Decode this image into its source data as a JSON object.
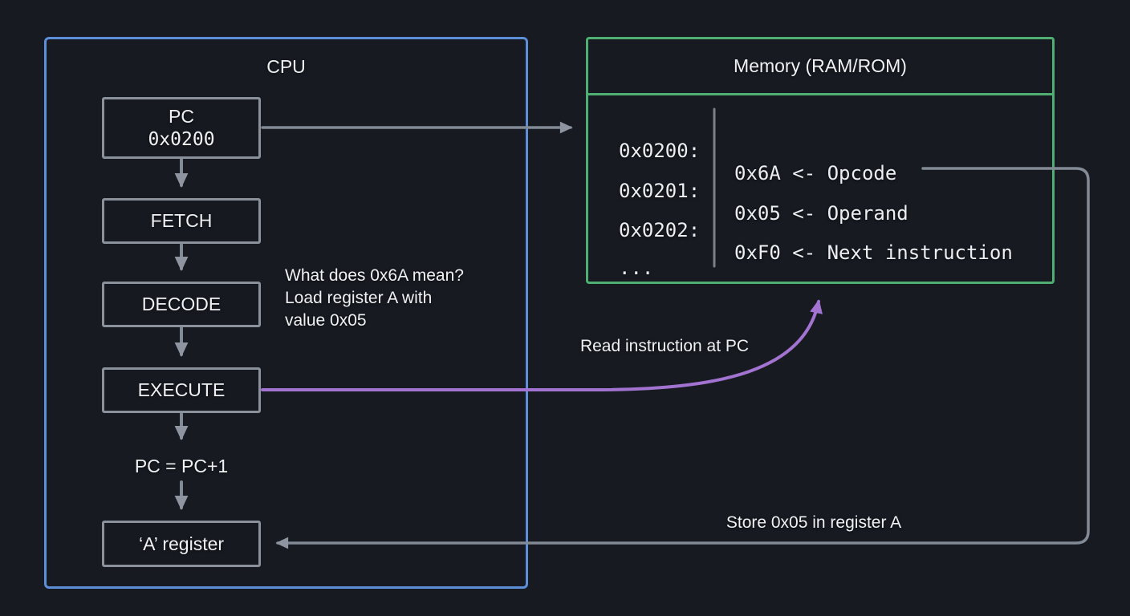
{
  "colors": {
    "background": "#171a21",
    "cpu_border": "#5d8ed8",
    "memory_border": "#4fae72",
    "box_border": "#8a919b",
    "connector": "#828a95",
    "arrowhead": "#8e95a0",
    "purple": "#a273d0",
    "text": "#f0f1f3"
  },
  "cpu": {
    "title": "CPU",
    "pc": {
      "label": "PC",
      "value": "0x0200"
    },
    "fetch_label": "FETCH",
    "decode_label": "DECODE",
    "execute_label": "EXECUTE",
    "pc_increment_label": "PC = PC+1",
    "a_register_label": "‘A’ register"
  },
  "memory": {
    "title": "Memory (RAM/ROM)",
    "rows": [
      {
        "address": "0x0200:",
        "value": "0x6A <- Opcode"
      },
      {
        "address": "0x0201:",
        "value": "0x05 <- Operand"
      },
      {
        "address": "0x0202:",
        "value": "0xF0 <- Next instruction"
      },
      {
        "address": "...",
        "value": ""
      }
    ]
  },
  "annotations": {
    "decode_note": "What does 0x6A mean?\nLoad register A with\nvalue 0x05",
    "read_instruction_label": "Read instruction at PC",
    "store_label": "Store 0x05 in register A"
  }
}
